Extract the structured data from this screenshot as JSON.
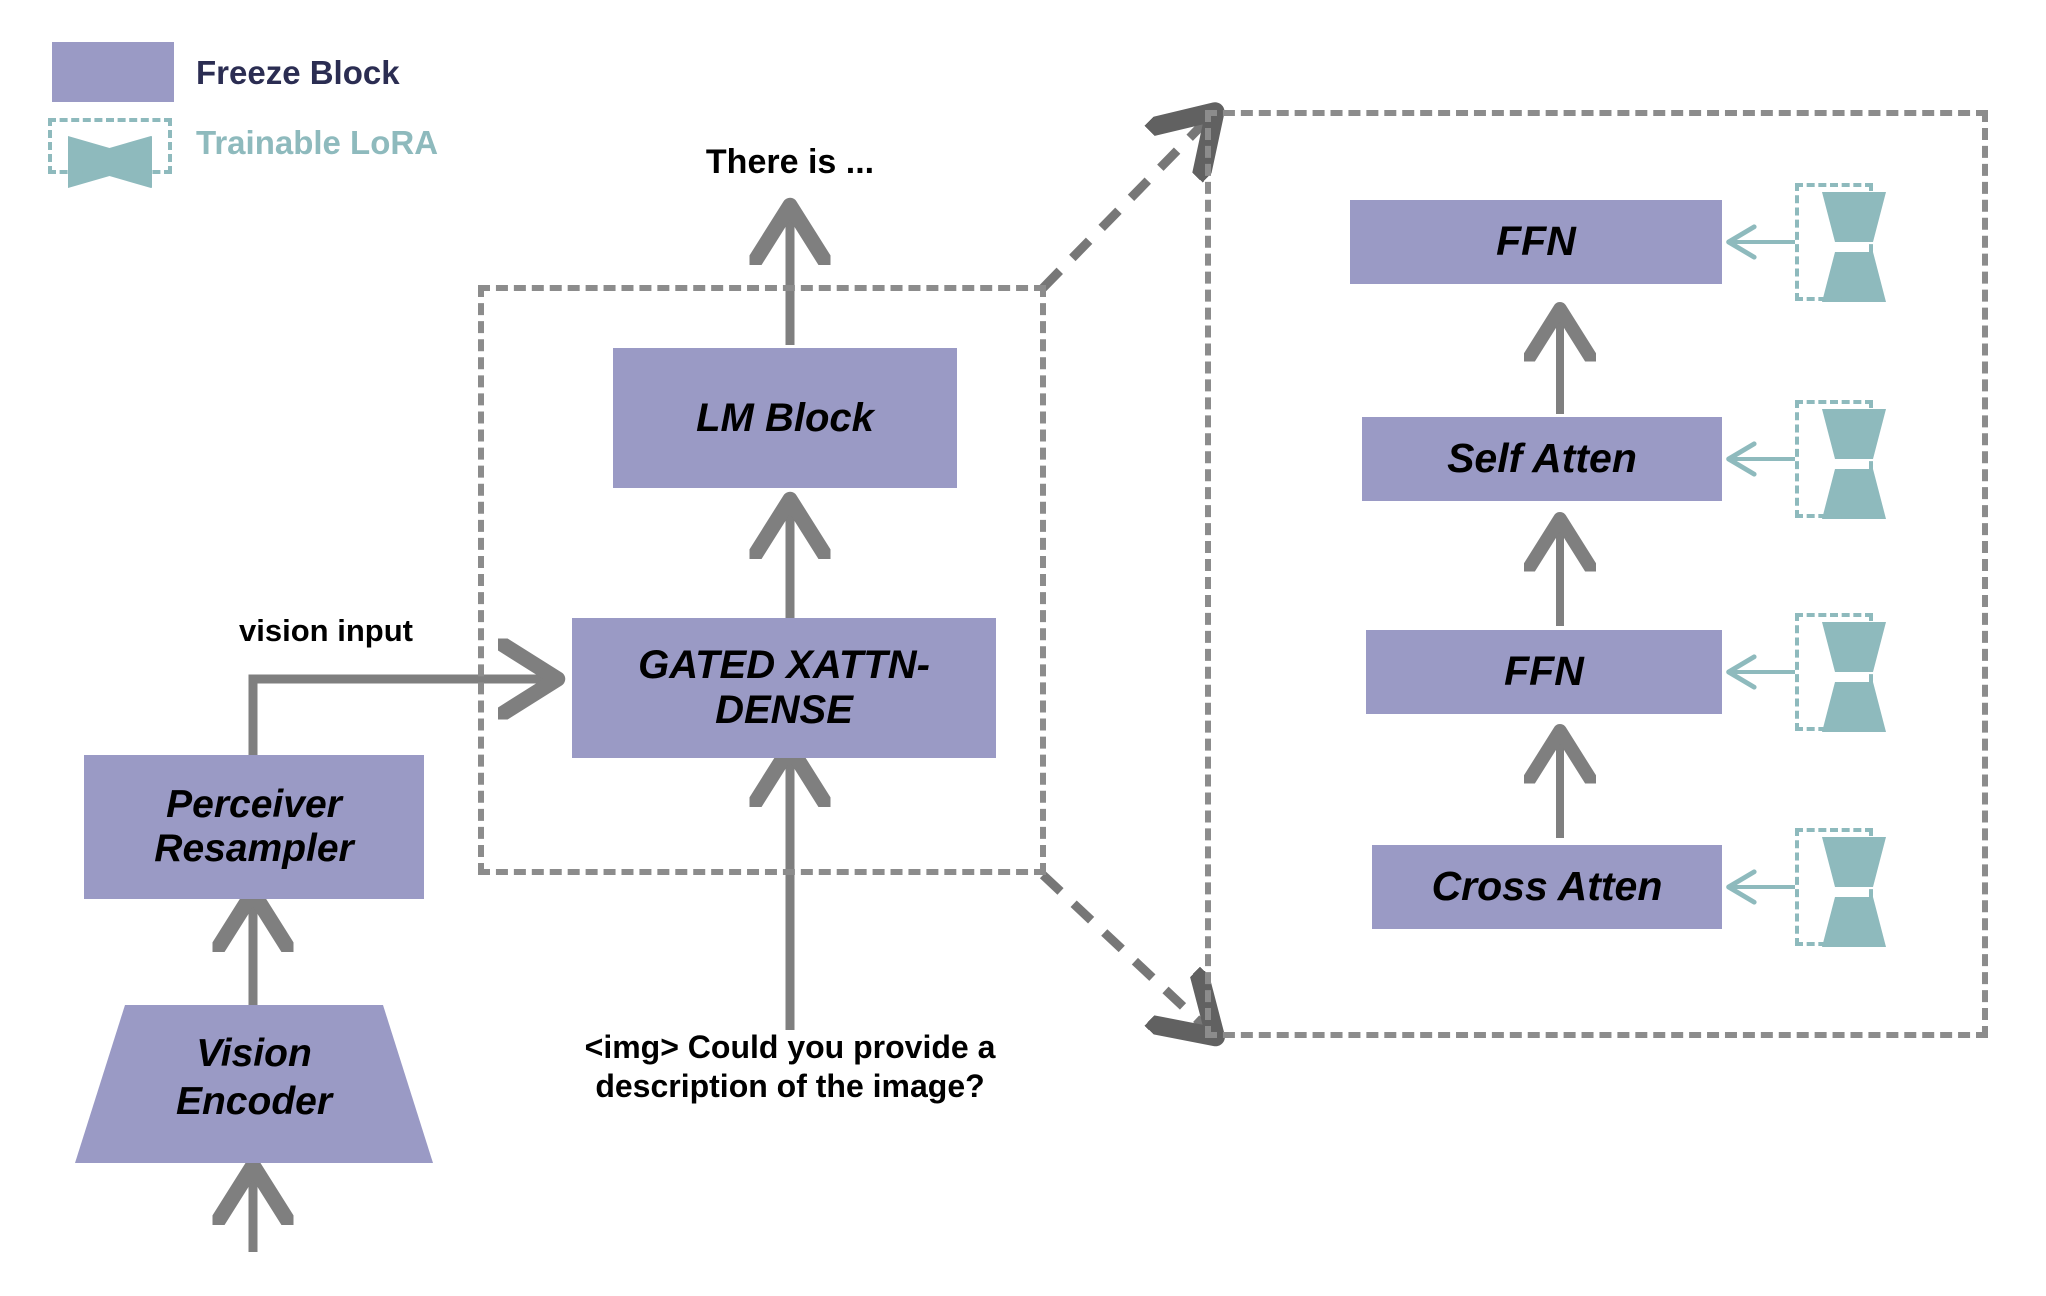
{
  "legend": {
    "freeze_label": "Freeze Block",
    "lora_label": "Trainable LoRA",
    "freeze_color": "#9a9ac5",
    "lora_color": "#8ebabd",
    "freeze_text_color": "#2b2d52",
    "dash_color": "#8c8c8c",
    "arrow_color": "#7f7f7f"
  },
  "left": {
    "output_text": "There is ...",
    "lm_block": "LM Block",
    "gated_xattn": "GATED XATTN-DENSE",
    "vision_input_label": "vision input",
    "perceiver": "Perceiver Resampler",
    "vision_encoder": "Vision Encoder",
    "prompt": "<img> Could you provide a description of the image?"
  },
  "right": {
    "blocks": [
      {
        "label": "FFN",
        "lora": "trainable-lora"
      },
      {
        "label": "Self Atten",
        "lora": "trainable-lora"
      },
      {
        "label": "FFN",
        "lora": "trainable-lora"
      },
      {
        "label": "Cross Atten",
        "lora": "trainable-lora"
      }
    ]
  }
}
